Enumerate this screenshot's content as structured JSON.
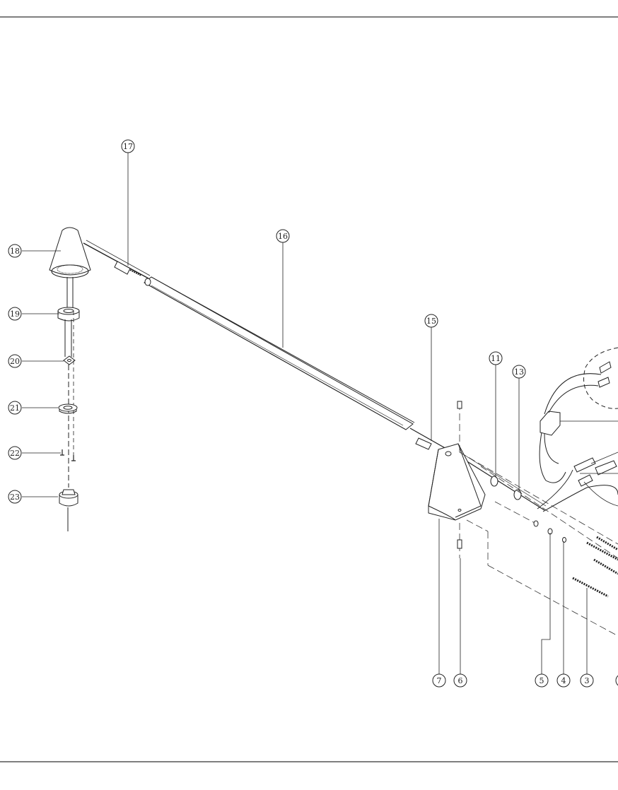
{
  "diagram": {
    "callouts": [
      "17",
      "16",
      "18",
      "19",
      "20",
      "21",
      "22",
      "23",
      "15",
      "11",
      "13",
      "7",
      "6",
      "5",
      "4",
      "3"
    ]
  }
}
